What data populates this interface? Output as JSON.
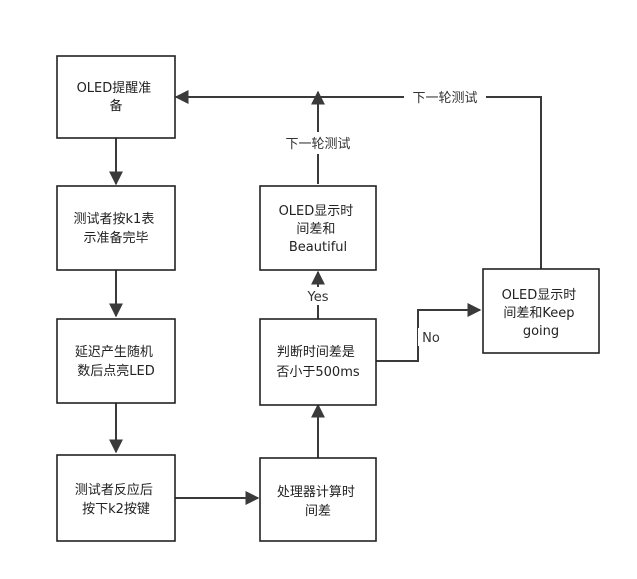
{
  "nodes": {
    "oled_prepare": [
      "OLED提醒准",
      "备"
    ],
    "tester_k1": [
      "测试者按k1表",
      "示准备完毕"
    ],
    "delay_led": [
      "延迟产生随机",
      "数后点亮LED"
    ],
    "tester_k2": [
      "测试者反应后",
      "按下k2按键"
    ],
    "processor": [
      "处理器计算时",
      "间差"
    ],
    "judge": [
      "判断时间差是",
      "否小于500ms"
    ],
    "oled_beautiful": [
      "OLED显示时",
      "间差和",
      "Beautiful"
    ],
    "oled_keep_going": [
      "OLED显示时",
      "间差和Keep",
      "going"
    ]
  },
  "edge_labels": {
    "yes": "Yes",
    "no": "No",
    "next_round_center": "下一轮测试",
    "next_round_top": "下一轮测试"
  },
  "colors": {
    "box_stroke": "#222222",
    "edge": "#3a3a3a",
    "text": "#222222"
  }
}
